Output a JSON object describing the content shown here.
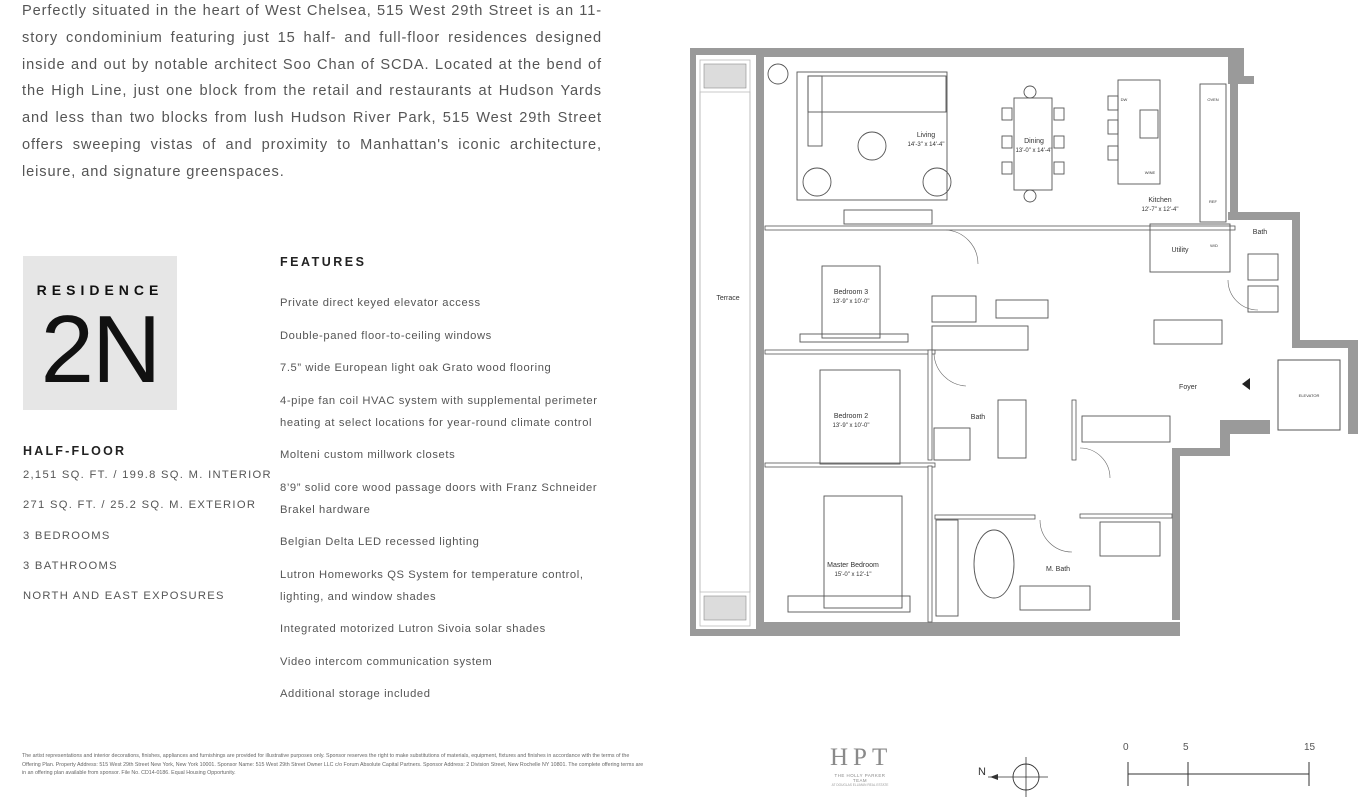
{
  "intro": "Perfectly situated in the heart of West Chelsea, 515 West 29th Street is an 11-story condominium featuring just 15 half- and full-floor residences designed inside and out by notable architect Soo Chan of SCDA. Located at the bend of the High Line, just one block from the retail and restaurants at Hudson Yards and less than two blocks from lush Hudson River Park, 515 West 29th Street offers sweeping vistas of and proximity to Manhattan's iconic architecture, leisure, and signature greenspaces.",
  "residence": {
    "label": "RESIDENCE",
    "unit": "2N"
  },
  "summary": {
    "heading": "HALF-FLOOR",
    "items": [
      "2,151 SQ. FT. / 199.8 SQ. M. INTERIOR",
      "271 SQ. FT. / 25.2 SQ. M. EXTERIOR",
      "3 BEDROOMS",
      "3 BATHROOMS",
      "NORTH AND EAST EXPOSURES"
    ]
  },
  "features": {
    "heading": "FEATURES",
    "items": [
      "Private direct keyed elevator access",
      "Double-paned floor-to-ceiling windows",
      "7.5” wide European light oak Grato wood flooring",
      "4-pipe fan coil HVAC system with supplemental perimeter heating at select locations for year-round climate control",
      "Molteni custom millwork closets",
      "8’9” solid core wood passage doors with Franz Schneider Brakel hardware",
      "Belgian Delta LED recessed lighting",
      "Lutron Homeworks QS System for temperature control, lighting, and window shades",
      "Integrated motorized Lutron Sivoia solar shades",
      "Video intercom communication system",
      "Additional storage included"
    ]
  },
  "disclaimer": "The artist representations and interior decorations, finishes, appliances and furnishings are provided for illustrative purposes only. Sponsor reserves the right to make substitutions of materials, equipment, fixtures and finishes in accordance with the terms of the Offering Plan. Property Address: 515 West 29th Street New York, New York 10001. Sponsor Name: 515 West 29th Street Owner LLC c/o Forum Absolute Capital Partners. Sponsor Address: 2 Division Street, New Rochelle NY 10801. The complete offering terms are in an offering plan available from sponsor. File No. CD14-0186. Equal Housing Opportunity.",
  "plan_labels": {
    "terrace": "Terrace",
    "living": "Living",
    "living_dim": "14'-3\" x 14'-4\"",
    "dining": "Dining",
    "dining_dim": "13'-0\" x 14'-4\"",
    "kitchen": "Kitchen",
    "kitchen_dim": "12'-7\" x 12'-4\"",
    "dw": "DW",
    "oven": "OVEN",
    "wine": "WINE",
    "ref": "REF",
    "utility": "Utility",
    "wd": "W/D",
    "bath": "Bath",
    "bedroom3": "Bedroom 3",
    "bedroom3_dim": "13'-9\" x 10'-0\"",
    "bedroom2": "Bedroom 2",
    "bedroom2_dim": "13'-9\" x 10'-0\"",
    "master": "Master Bedroom",
    "master_dim": "15'-0\" x 12'-1\"",
    "mbath": "M. Bath",
    "foyer": "Foyer",
    "elevator": "ELEVATOR"
  },
  "logo": {
    "mark": "HPT",
    "line1": "THE HOLLY PARKER TEAM",
    "line2": "AT DOUGLAS ELLIMAN REAL ESTATE"
  },
  "compass_label": "N",
  "scale": {
    "labels": [
      "0",
      "5",
      "15"
    ]
  }
}
